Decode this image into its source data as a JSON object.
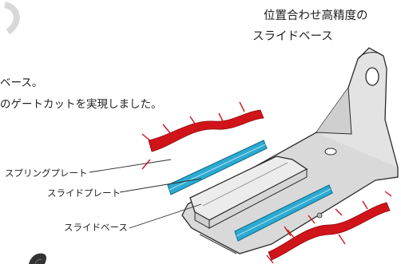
{
  "header": {
    "title_line1": "位置合わせ高精度の",
    "title_line2": "スライドベース"
  },
  "description": {
    "line1": "ベース。",
    "line2": "のゲートカットを実現しました。"
  },
  "labels": {
    "spring_plate": "スプリングプレート",
    "slide_plate": "スライドプレート",
    "slide_base": "スライドベース"
  },
  "colors": {
    "spring": "#d0141a",
    "plate_highlight": "#1aa3c9",
    "base_fill": "#d9d9d9",
    "outline": "#2a2a2a"
  }
}
